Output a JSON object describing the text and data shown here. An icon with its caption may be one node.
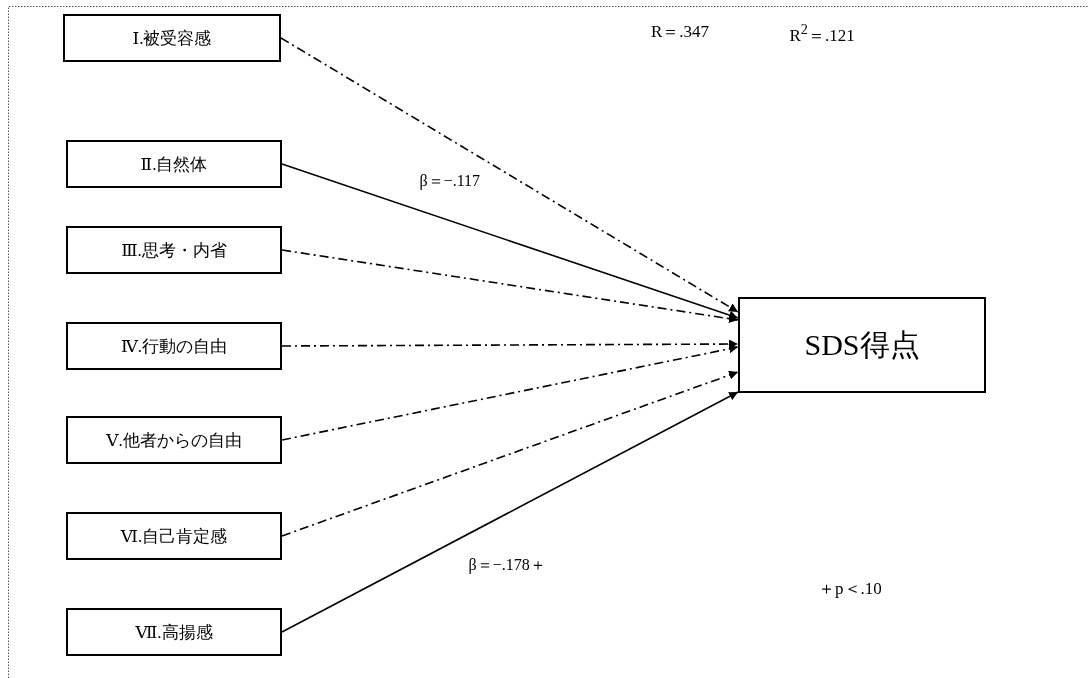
{
  "diagram": {
    "nodes": [
      {
        "text": [
          "Ⅰ.被受容感"
        ]
      },
      {
        "text": [
          "Ⅱ.自然体"
        ]
      },
      {
        "text": [
          "Ⅲ.思考・内省"
        ]
      },
      {
        "text": [
          "Ⅳ.行動の自由"
        ]
      },
      {
        "text": [
          "Ⅴ.他者からの自由"
        ]
      },
      {
        "text": [
          "Ⅵ.自己肯定感"
        ]
      },
      {
        "text": [
          "Ⅶ.高揚感"
        ]
      },
      {
        "text": [
          "SDS得点"
        ]
      }
    ],
    "edges": [
      {
        "from": 0,
        "to": 7,
        "arrow": "to",
        "style": "dashed"
      },
      {
        "from": 1,
        "to": 7,
        "arrow": "to",
        "label": "β＝−.117"
      },
      {
        "from": 2,
        "to": 7,
        "arrow": "to",
        "style": "dashed"
      },
      {
        "from": 3,
        "to": 7,
        "arrow": "to",
        "style": "dashed"
      },
      {
        "from": 4,
        "to": 7,
        "arrow": "to",
        "style": "dashed"
      },
      {
        "from": 5,
        "to": 7,
        "arrow": "to",
        "style": "dashed"
      },
      {
        "from": 6,
        "to": 7,
        "arrow": "to",
        "label": "β＝−.178＋"
      }
    ],
    "labels": [
      "R＝.347",
      "R$^{2}$＝.121",
      "＋p＜.10"
    ]
  }
}
